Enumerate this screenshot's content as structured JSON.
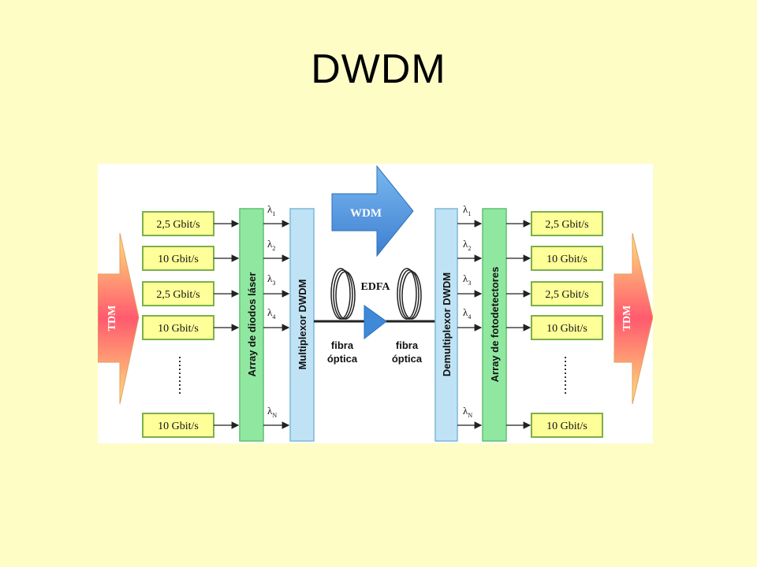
{
  "title": "DWDM",
  "colors": {
    "background": "#fffdc6",
    "rate_box_fill": "#ffff99",
    "rate_box_stroke": "#7bb04a",
    "green_array": "#90e8a0",
    "blue_mux": "#bfe3f5",
    "arrow_blue": "#4a8fd8",
    "tdm_gradient_top": "#ff6677",
    "tdm_gradient_bottom": "#ffd878"
  },
  "diagram": {
    "tdm_label": "TDM",
    "wdm_label": "WDM",
    "edfa_label": "EDFA",
    "fiber_label_line1": "fibra",
    "fiber_label_line2": "óptica",
    "input_rates": [
      "2,5 Gbit/s",
      "10 Gbit/s",
      "2,5 Gbit/s",
      "10 Gbit/s",
      "10 Gbit/s"
    ],
    "output_rates": [
      "2,5 Gbit/s",
      "10 Gbit/s",
      "2,5 Gbit/s",
      "10 Gbit/s",
      "10 Gbit/s"
    ],
    "laser_array_label": "Array de diodos láser",
    "multiplexer_label": "Multiplexor DWDM",
    "demultiplexer_label": "Demultiplexor DWDM",
    "photodetector_array_label": "Array de fotodetectores",
    "lambda_symbol": "λ",
    "lambda_subscripts": [
      "1",
      "2",
      "3",
      "4",
      "N"
    ]
  }
}
